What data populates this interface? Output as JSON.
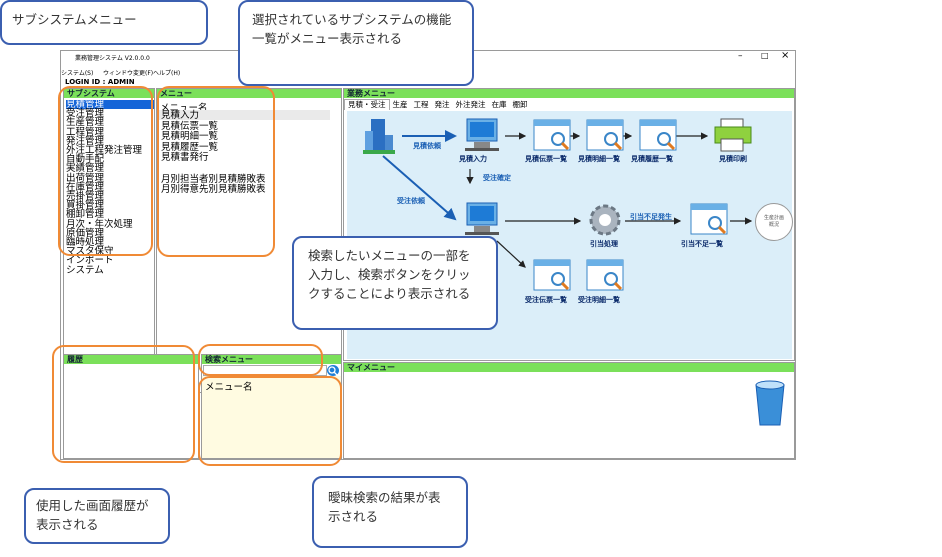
{
  "window": {
    "title": "業務管理システム V2.0.0.0",
    "login": "LOGIN ID : ADMIN",
    "minimize": "–",
    "maximize": "□",
    "close": "×"
  },
  "menubar": [
    "システム(S)",
    "ウィンドウ変更(F)",
    "ヘルプ(H)"
  ],
  "subsystem": {
    "header": "サブシステム",
    "items": [
      "見積管理",
      "受注管理",
      "生産管理",
      "工程管理",
      "発注管理",
      "外注工程発注管理",
      "自動手配",
      "実績管理",
      "出荷管理",
      "在庫管理",
      "売掛管理",
      "買掛管理",
      "棚卸管理",
      "月次・年次処理",
      "原価管理",
      "臨時処理",
      "マスタ保守",
      "インポート",
      "システム"
    ],
    "selected_index": 0
  },
  "menu": {
    "header": "メニュー",
    "col_header": "メニュー名",
    "items": [
      "見積入力",
      "見積伝票一覧",
      "見積明細一覧",
      "見積履歴一覧",
      "見積書発行",
      "",
      "月別担当者別見積勝敗表",
      "月別得意先別見積勝敗表"
    ]
  },
  "business": {
    "header": "業務メニュー",
    "tabs": [
      "見積・受注",
      "生産",
      "工程",
      "発注",
      "外注発注",
      "在庫",
      "棚卸"
    ],
    "active_tab": 0
  },
  "flow": {
    "nodes": {
      "quote_input": "見積入力",
      "quote_slip": "見積伝票一覧",
      "quote_detail": "見積明細一覧",
      "quote_history": "見積履歴一覧",
      "quote_print": "見積印刷",
      "allocation": "引当処理",
      "shortage_list": "引当不足一覧",
      "order_slip": "受注伝票一覧",
      "order_detail": "受注明細一覧",
      "production_plan": "生産計画\n概況"
    },
    "edges": {
      "quote_request": "見積依頼",
      "order_request": "受注依頼",
      "order_confirm": "受注確定",
      "shortage": "引当不足発生"
    }
  },
  "history": {
    "header": "履歴"
  },
  "search": {
    "header": "検索メニュー",
    "col_header": "メニュー名",
    "input_value": ""
  },
  "mymenu": {
    "header": "マイメニュー"
  },
  "callouts": {
    "subsystem_menu": "サブシステムメニュー",
    "function_list": "選択されているサブシステムの機能一覧がメニュー表示される",
    "search_help": "検索したいメニューの一部を入力し、検索ボタンをクリックすることにより表示される",
    "history_help": "使用した画面履歴が表示される",
    "search_result": "曖昧検索の結果が表示される"
  },
  "colors": {
    "header_green": "#7be05a",
    "selection_blue": "#1565d8",
    "callout_border": "#3b5fb0",
    "highlight_orange": "#f08a35",
    "diagram_bg": "#dbeef9"
  }
}
